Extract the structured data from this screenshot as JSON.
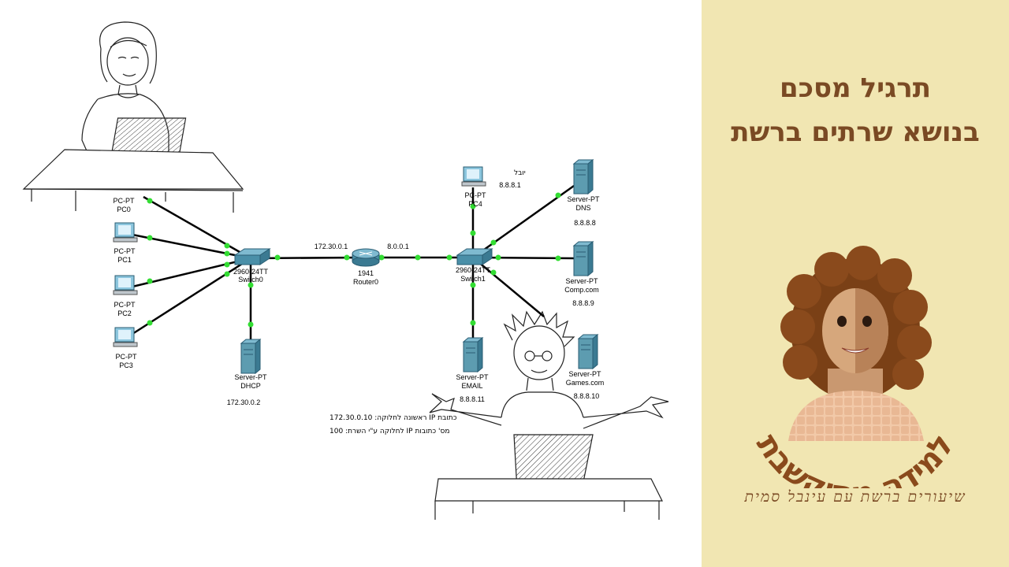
{
  "panel": {
    "title_line1": "תרגיל מסכם",
    "title_line2": "בנושא שרתים ברשת",
    "logo_text": "למידה מתוקשבת",
    "subtitle": "שיעורים ברשת עם עינבל סמית",
    "colors": {
      "background": "#f1e6b2",
      "text": "#7a4a24"
    }
  },
  "diagram": {
    "nodes": {
      "pc0": {
        "type": "PC-PT",
        "name": "PC0"
      },
      "pc1": {
        "type": "PC-PT",
        "name": "PC1"
      },
      "pc2": {
        "type": "PC-PT",
        "name": "PC2"
      },
      "pc3": {
        "type": "PC-PT",
        "name": "PC3"
      },
      "pc4": {
        "type": "PC-PT",
        "name": "PC4",
        "owner": "יובל",
        "ip": "8.8.8.1"
      },
      "switch0": {
        "type": "2960-24TT",
        "name": "Switch0"
      },
      "switch1": {
        "type": "2960-24TT",
        "name": "Switch1"
      },
      "router0": {
        "type": "1941",
        "name": "Router0",
        "ip_left": "172.30.0.1",
        "ip_right": "8.0.0.1"
      },
      "dhcp": {
        "type": "Server-PT",
        "name": "DHCP",
        "ip": "172.30.0.2",
        "note1": "כתובת IP ראשונה לחלוקה: 172.30.0.10",
        "note2": "מס' כתובות IP לחלוקה ע\"י השרת: 100"
      },
      "dns": {
        "type": "Server-PT",
        "name": "DNS",
        "ip": "8.8.8.8"
      },
      "comp": {
        "type": "Server-PT",
        "name": "Comp.com",
        "ip": "8.8.8.9"
      },
      "games": {
        "type": "Server-PT",
        "name": "Games.com",
        "ip": "8.8.8.10"
      },
      "email": {
        "type": "Server-PT",
        "name": "EMAIL",
        "ip": "8.8.8.11"
      }
    },
    "colors": {
      "link": "#000000",
      "port": "#33dd33",
      "device": "#4a8fa8",
      "server": "#5d9cb0"
    }
  }
}
